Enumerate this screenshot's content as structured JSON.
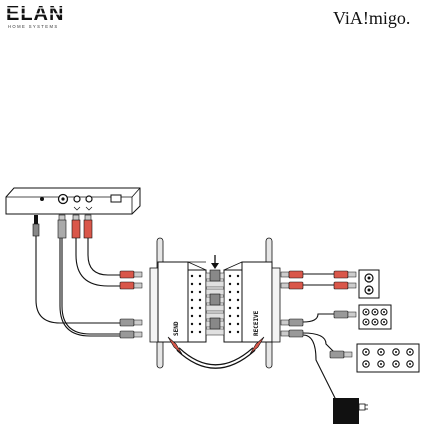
{
  "brand_left": {
    "logo_text": "ELAN",
    "tagline": "HOME SYSTEMS"
  },
  "brand_right": {
    "logo_text": "ViA!migo."
  },
  "device": {
    "send_label": "SEND",
    "receive_label": "RECEIVE"
  },
  "colors": {
    "line": "#111111",
    "red_plug": "#d9574a",
    "gray_plug": "#b0b0b0",
    "rail": "#cfcfcf"
  },
  "icons": [
    "elan-logo",
    "viamigo-logo",
    "down-arrow-icon",
    "power-adapter-icon"
  ]
}
